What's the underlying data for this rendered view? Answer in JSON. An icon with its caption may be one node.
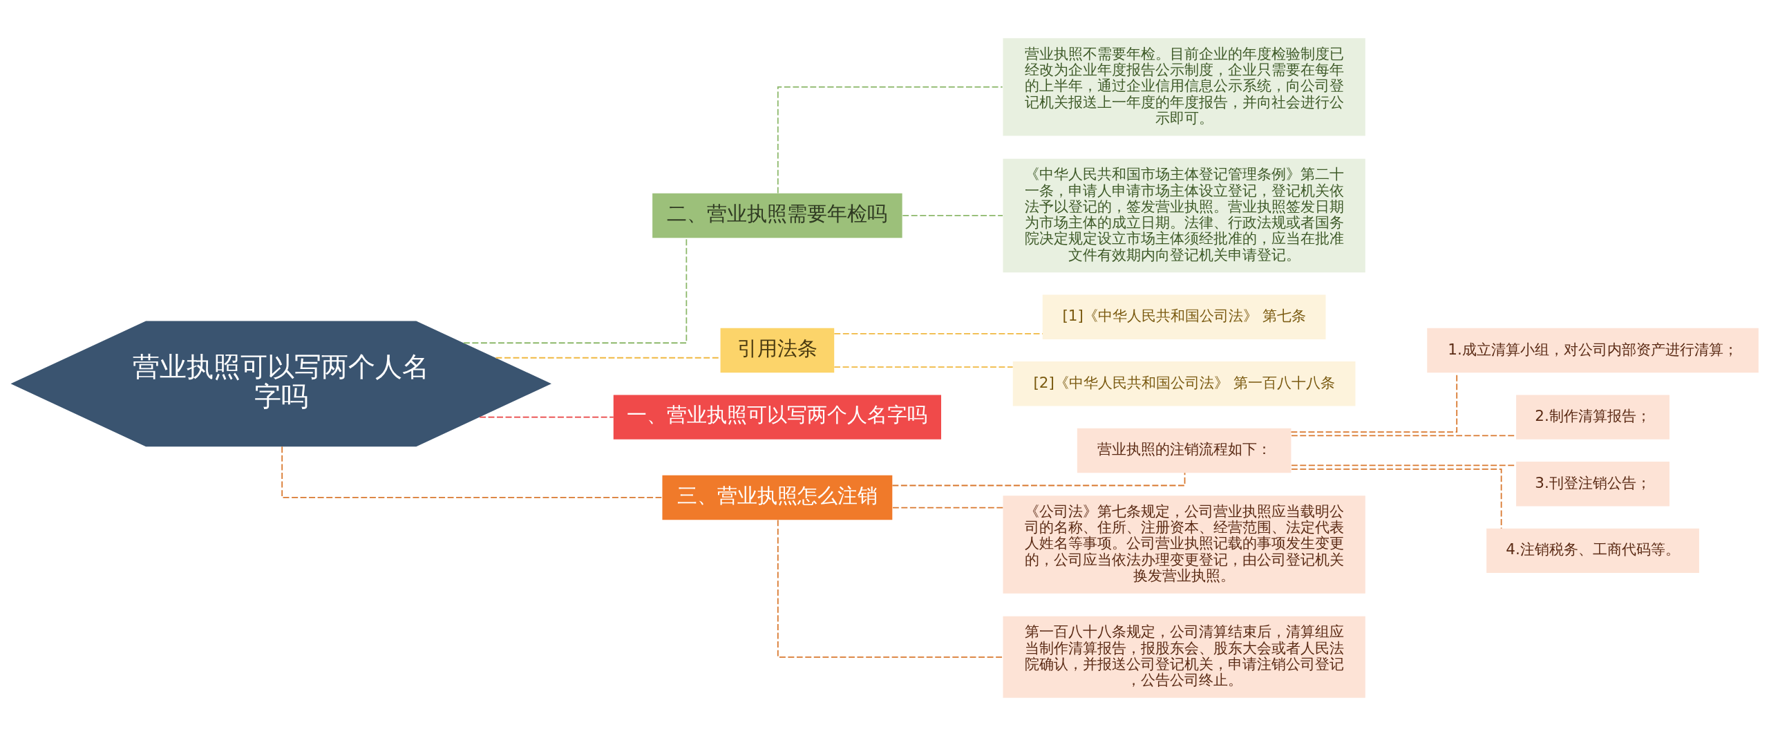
{
  "diagram": {
    "nodes": [
      {
        "text": [
          "营业执照可以写两个人名字吗"
        ]
      },
      {
        "text": [
          "二、营业执照需要年检吗"
        ]
      },
      {
        "text": [
          "营业执照不需要年检。目前企业的年度检验制度已经改为企业年度报告公示制度，企业只需要在每年的上半年，通过企业信用信息公示系统，向公司登记机关报送上一年度的年度报告，并向社会进行公示即可。"
        ]
      },
      {
        "text": [
          "《中华人民共和国市场主体登记管理条例》第二十一条，申请人申请市场主体设立登记，登记机关依法予以登记的，签发营业执照。营业执照签发日期为市场主体的成立日期。法律、行政法规或者国务院决定规定设立市场主体须经批准的，应当在批准文件有效期内向登记机关申请登记。"
        ]
      },
      {
        "text": [
          "引用法条"
        ]
      },
      {
        "text": [
          "[1]《中华人民共和国公司法》 第七条"
        ]
      },
      {
        "text": [
          "[2]《中华人民共和国公司法》 第一百八十八条"
        ]
      },
      {
        "text": [
          "一、营业执照可以写两个人名字吗"
        ]
      },
      {
        "text": [
          "三、营业执照怎么注销"
        ]
      },
      {
        "text": [
          "营业执照的注销流程如下："
        ]
      },
      {
        "text": [
          "1.成立清算小组，对公司内部资产进行清算；"
        ]
      },
      {
        "text": [
          "2.制作清算报告；"
        ]
      },
      {
        "text": [
          "3.刊登注销公告；"
        ]
      },
      {
        "text": [
          "4.注销税务、工商代码等。"
        ]
      },
      {
        "text": [
          "《公司法》第七条规定，公司营业执照应当载明公司的名称、住所、注册资本、经营范围、法定代表人姓名等事项。公司营业执照记载的事项发生变更的，公司应当依法办理变更登记，由公司登记机关换发营业执照。"
        ]
      },
      {
        "text": [
          "第一百八十八条规定，公司清算结束后，清算组应当制作清算报告，报股东会、股东大会或者人民法院确认，并报送公司登记机关，申请注销公司登记，公告公司终止。"
        ]
      }
    ],
    "edges": [
      {
        "from": 0,
        "to": 1,
        "arrow": "none",
        "style": "dashed",
        "color": "#8cb86a"
      },
      {
        "from": 1,
        "to": 2,
        "arrow": "none",
        "style": "dashed",
        "color": "#8cb86a"
      },
      {
        "from": 1,
        "to": 3,
        "arrow": "none",
        "style": "dashed",
        "color": "#8cb86a"
      },
      {
        "from": 0,
        "to": 4,
        "arrow": "none",
        "style": "dashed",
        "color": "#f0b840"
      },
      {
        "from": 4,
        "to": 5,
        "arrow": "none",
        "style": "dashed",
        "color": "#f0b840"
      },
      {
        "from": 4,
        "to": 6,
        "arrow": "none",
        "style": "dashed",
        "color": "#f0b840"
      },
      {
        "from": 0,
        "to": 7,
        "arrow": "none",
        "style": "dashed",
        "color": "#e84040"
      },
      {
        "from": 0,
        "to": 8,
        "arrow": "none",
        "style": "dashed",
        "color": "#d9782e"
      },
      {
        "from": 8,
        "to": 9,
        "arrow": "none",
        "style": "dashed",
        "color": "#d9782e"
      },
      {
        "from": 9,
        "to": 10,
        "arrow": "none",
        "style": "dashed",
        "color": "#d9782e"
      },
      {
        "from": 9,
        "to": 11,
        "arrow": "none",
        "style": "dashed",
        "color": "#d9782e"
      },
      {
        "from": 9,
        "to": 12,
        "arrow": "none",
        "style": "dashed",
        "color": "#d9782e"
      },
      {
        "from": 9,
        "to": 13,
        "arrow": "none",
        "style": "dashed",
        "color": "#d9782e"
      },
      {
        "from": 8,
        "to": 14,
        "arrow": "none",
        "style": "dashed",
        "color": "#d9782e"
      },
      {
        "from": 8,
        "to": 15,
        "arrow": "none",
        "style": "dashed",
        "color": "#d9782e"
      }
    ]
  }
}
